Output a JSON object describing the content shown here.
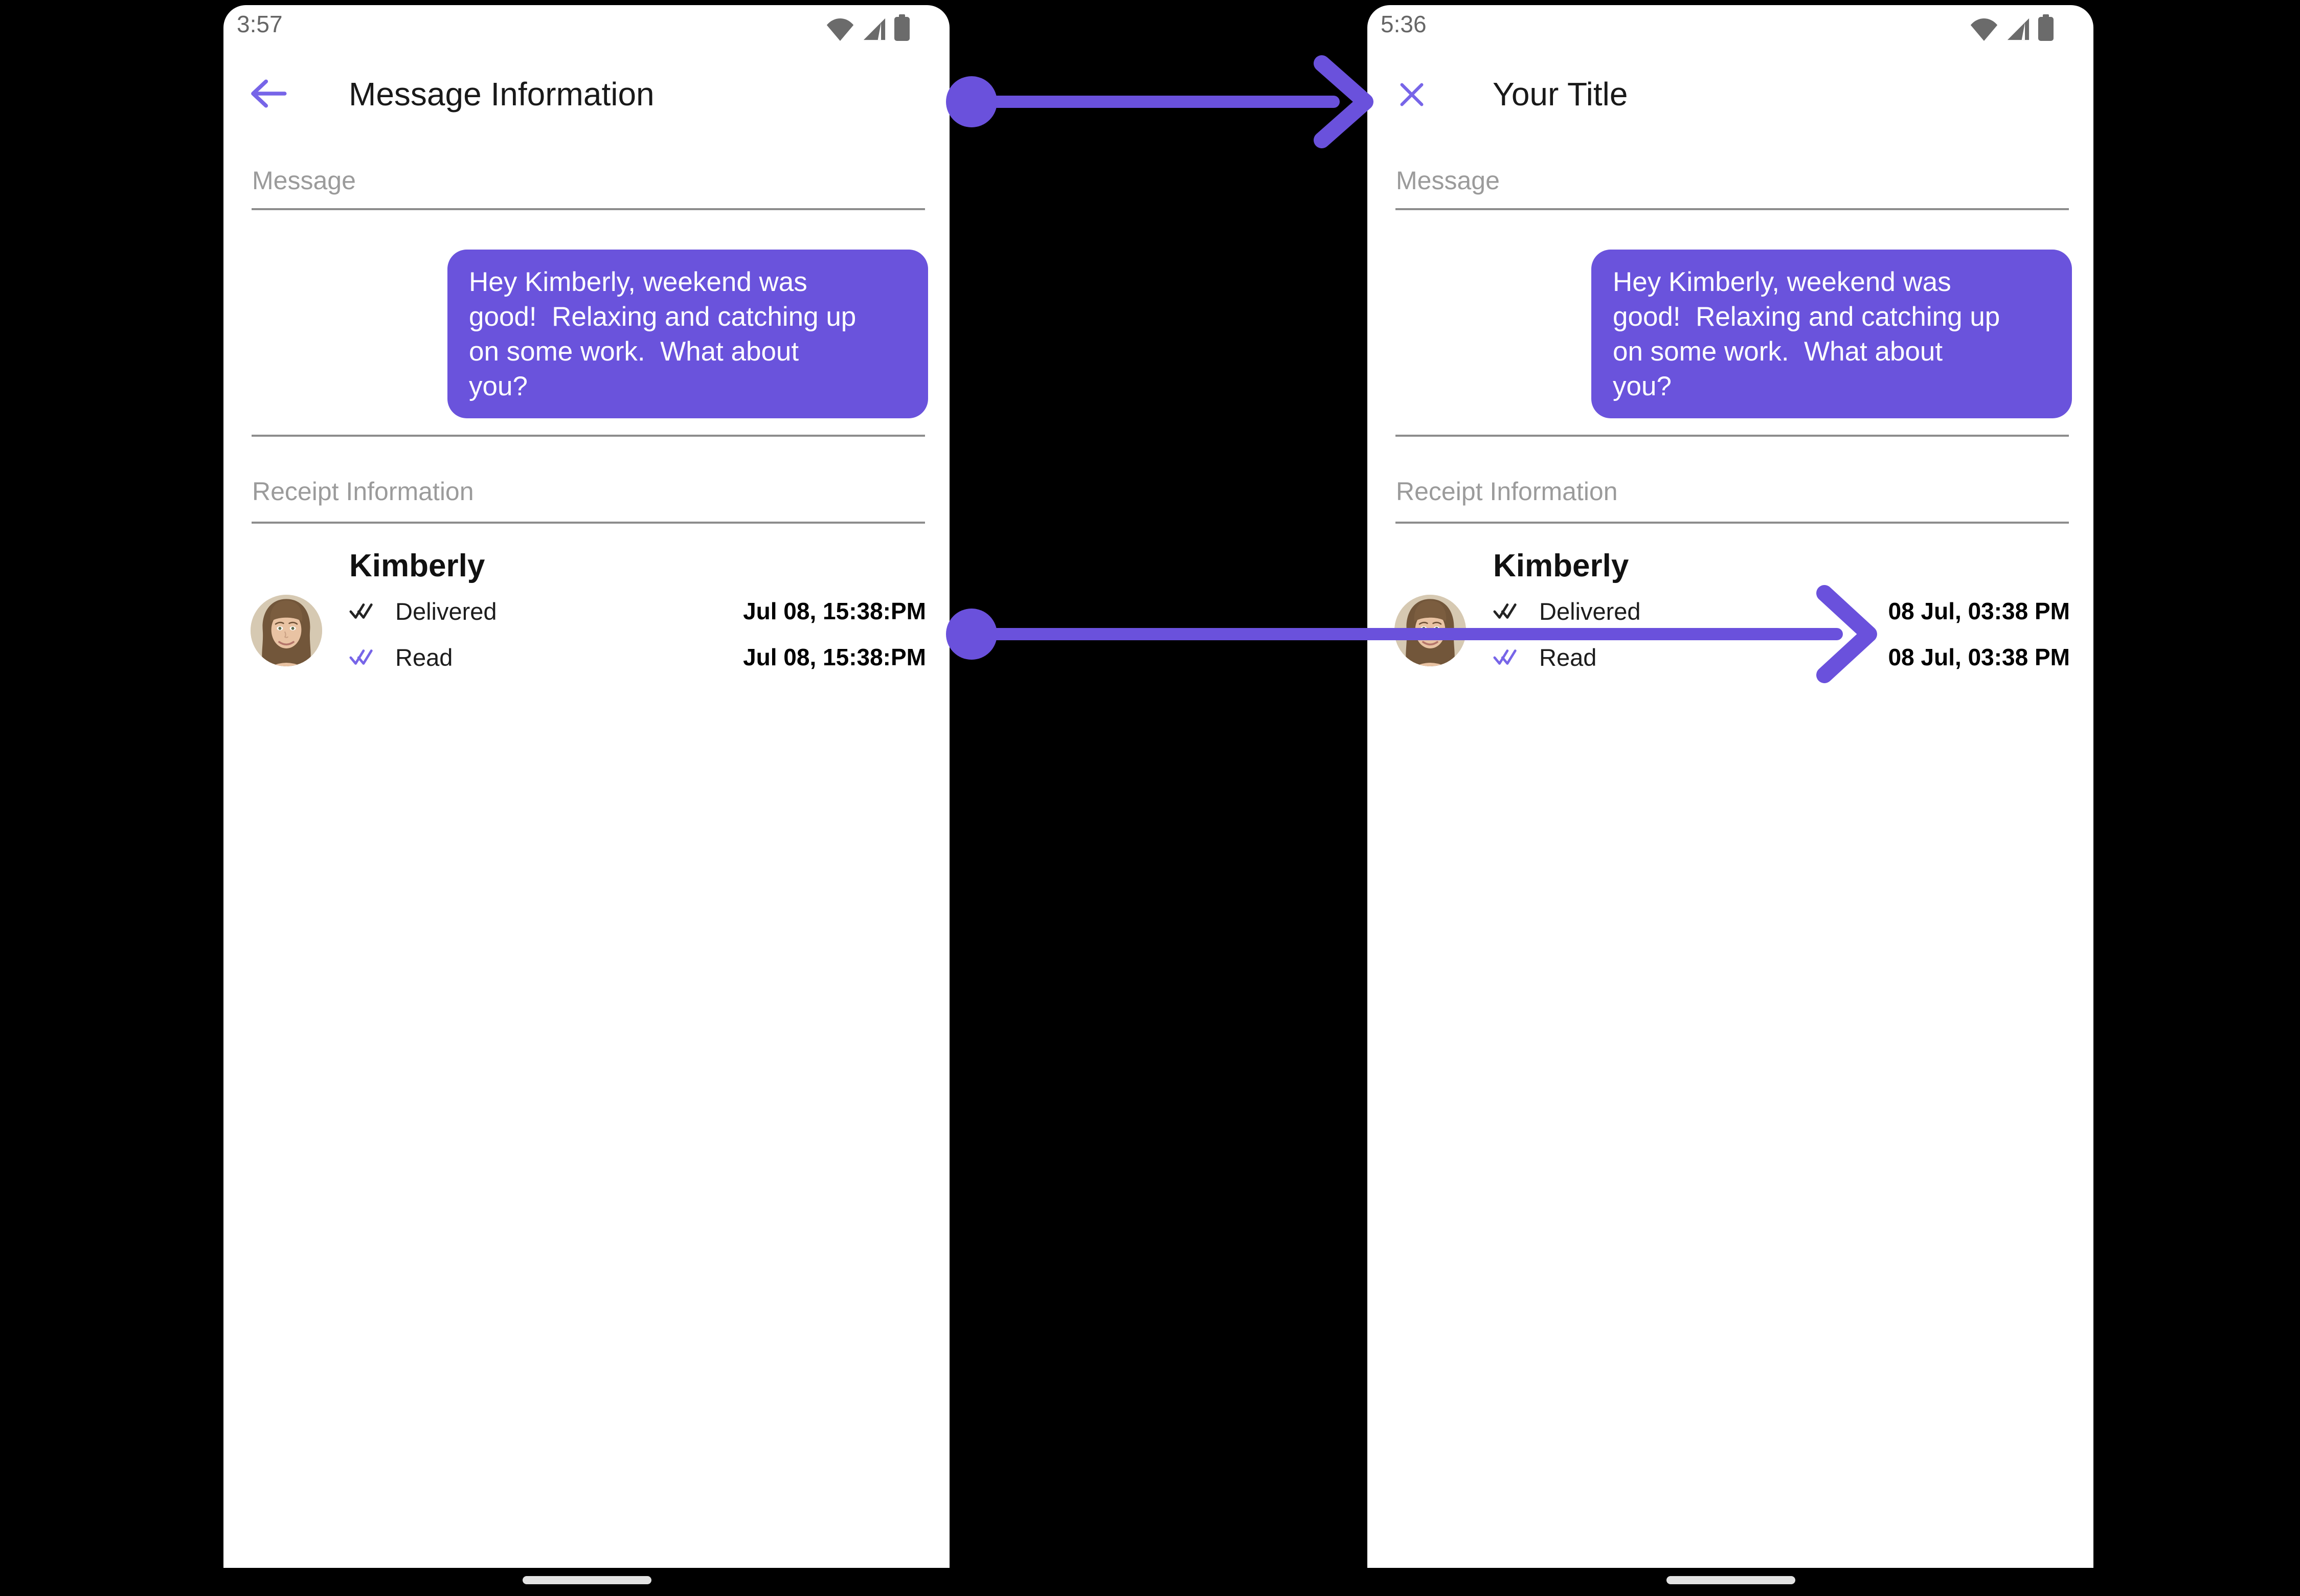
{
  "colors": {
    "accent_purple": "#6A53DC",
    "accent_light_purple": "#7765E8",
    "text_primary": "#191919",
    "label_gray": "#9B9B9B",
    "divider_gray": "#8D8D8D",
    "status_gray": "#666666",
    "delivered_check": "#242424",
    "home_bar": "#E2E2E2"
  },
  "annotation": {
    "arrow_1_name": "header-transition-arrow",
    "arrow_2_name": "timestamp-transition-arrow"
  },
  "left_phone": {
    "status_time": "3:57",
    "nav_icon": "back-arrow",
    "title": "Message Information",
    "message_label": "Message",
    "message_text": "Hey Kimberly, weekend was\ngood!  Relaxing and catching up\non some work.  What about\nyou?",
    "receipt_label": "Receipt Information",
    "contact_name": "Kimberly",
    "receipts": [
      {
        "status": "Delivered",
        "time": "Jul 08, 15:38:PM"
      },
      {
        "status": "Read",
        "time": "Jul 08, 15:38:PM"
      }
    ]
  },
  "right_phone": {
    "status_time": "5:36",
    "nav_icon": "close",
    "title": "Your Title",
    "message_label": "Message",
    "message_text": "Hey Kimberly, weekend was\ngood!  Relaxing and catching up\non some work.  What about\nyou?",
    "receipt_label": "Receipt Information",
    "contact_name": "Kimberly",
    "receipts": [
      {
        "status": "Delivered",
        "time": "08 Jul, 03:38 PM"
      },
      {
        "status": "Read",
        "time": "08 Jul, 03:38 PM"
      }
    ]
  }
}
